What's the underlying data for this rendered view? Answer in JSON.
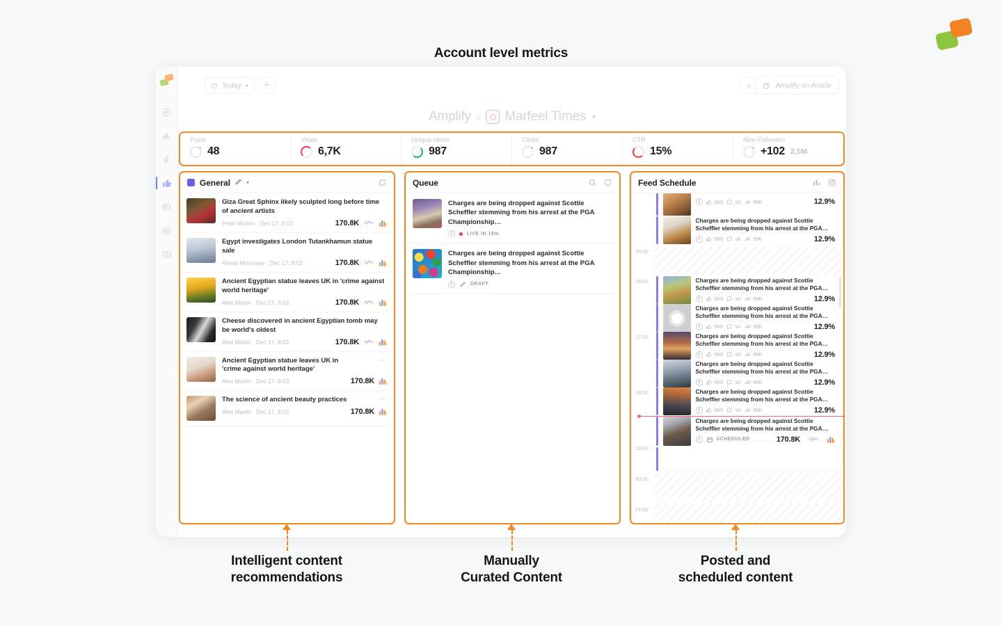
{
  "annotations": {
    "top": "Account level metrics",
    "bottom": [
      {
        "line1": "Intelligent content",
        "line2": "recommendations"
      },
      {
        "line1": "Manually",
        "line2": "Curated Content"
      },
      {
        "line1": "Posted and",
        "line2": "scheduled content"
      }
    ]
  },
  "colors": {
    "accent_orange": "#f6871f",
    "logo_green": "#8cc63e",
    "logo_orange": "#f58220",
    "purple": "#6d5ef0",
    "red": "#ee3a43",
    "green": "#17b26a"
  },
  "topbar": {
    "date_chip": "Today",
    "add_label": "+",
    "amplify_button": "Amplify on Article"
  },
  "breadcrumb": {
    "root": "Amplify",
    "separator": ">",
    "account": "Marfeel Times",
    "caret": "▾"
  },
  "metrics": [
    {
      "label": "Posts",
      "value": "48",
      "sub": "",
      "ring": "grey"
    },
    {
      "label": "Views",
      "value": "6,7K",
      "sub": "",
      "ring": "red"
    },
    {
      "label": "Unique views",
      "value": "987",
      "sub": "",
      "ring": "green"
    },
    {
      "label": "Clicks",
      "value": "987",
      "sub": "",
      "ring": "grey"
    },
    {
      "label": "CTR",
      "value": "15%",
      "sub": "",
      "ring": "red2"
    },
    {
      "label": "New Followers",
      "value": "+102",
      "sub": "2,5M",
      "ring": "grey"
    }
  ],
  "left_panel": {
    "title": "General",
    "edit_icon": "pencil-icon",
    "caret": "▾",
    "refresh_icon": "refresh-icon",
    "items": [
      {
        "title": "Giza Great Sphinx likely sculpted long before time of ancient artists",
        "author": "Peter Mcann",
        "date": "Dec 17, 8:02",
        "value": "170.8K",
        "has_sparkline": true,
        "has_menu": false
      },
      {
        "title": "Egypt investigates London Tutankhamun statue sale",
        "author": "Alanis Morrissey",
        "date": "Dec 17, 8:02",
        "value": "170.8K",
        "has_sparkline": true,
        "has_menu": false
      },
      {
        "title": "Ancient Egyptian statue leaves UK in 'crime against world heritage'",
        "author": "Alex Martin",
        "date": "Dec 17, 8:02",
        "value": "170.8K",
        "has_sparkline": true,
        "has_menu": false
      },
      {
        "title": "Cheese discovered in ancient Egyptian tomb may be world's oldest",
        "author": "Alex Martin",
        "date": "Dec 17, 8:02",
        "value": "170.8K",
        "has_sparkline": true,
        "has_menu": false
      },
      {
        "title": "Ancient Egyptian statue leaves UK in 'crime against world heritage'",
        "author": "Alex Martin",
        "date": "Dec 17, 8:02",
        "value": "170.8K",
        "has_sparkline": false,
        "has_menu": true
      },
      {
        "title": "The science of ancient beauty practices",
        "author": "Alex Martin",
        "date": "Dec 17, 8:02",
        "value": "170.8K",
        "has_sparkline": false,
        "has_menu": true
      }
    ]
  },
  "mid_panel": {
    "title": "Queue",
    "search_icon": "search-icon",
    "refresh_icon": "refresh-icon",
    "items": [
      {
        "title": "Charges are being dropped against Scottie Scheffler stemming from his arrest at the PGA Championship…",
        "status": "LIVE IN 18m",
        "status_type": "live"
      },
      {
        "title": "Charges are being dropped against Scottie Scheffler stemming from his arrest at the PGA Championship…",
        "status": "DRAFT",
        "status_type": "draft"
      }
    ]
  },
  "right_panel": {
    "title": "Feed Schedule",
    "chart_icon": "bar-chart-icon",
    "instagram_icon": "instagram-icon",
    "times": [
      "15:00",
      "16:00",
      "17:00",
      "18:00",
      "19:00",
      "20:00",
      "21:00"
    ],
    "items": [
      {
        "title": "",
        "likes": "999",
        "comments": "1K",
        "shares": "99K",
        "value": "12.9%",
        "partial": true
      },
      {
        "title": "Charges are being dropped against Scottie Scheffler stemming from his arrest at the PGA…",
        "likes": "999",
        "comments": "1K",
        "shares": "99K",
        "value": "12.9%"
      },
      {
        "title": "Charges are being dropped against Scottie Scheffler stemming from his arrest at the PGA…",
        "likes": "999",
        "comments": "1K",
        "shares": "99K",
        "value": "12.9%"
      },
      {
        "title": "Charges are being dropped against Scottie Scheffler stemming from his arrest at the PGA…",
        "likes": "999",
        "comments": "1K",
        "shares": "99K",
        "value": "12.9%"
      },
      {
        "title": "Charges are being dropped against Scottie Scheffler stemming from his arrest at the PGA…",
        "likes": "999",
        "comments": "1K",
        "shares": "99K",
        "value": "12.9%"
      },
      {
        "title": "Charges are being dropped against Scottie Scheffler stemming from his arrest at the PGA…",
        "likes": "999",
        "comments": "1K",
        "shares": "99K",
        "value": "12.9%"
      },
      {
        "title": "Charges are being dropped against Scottie Scheffler stemming from his arrest at the PGA…",
        "likes": "999",
        "comments": "1K",
        "shares": "99K",
        "value": "12.9%"
      },
      {
        "title": "Charges are being dropped against Scottie Scheffler stemming from his arrest at the PGA…",
        "status": "SCHEDULED",
        "value": "170.8K",
        "is_scheduled": true
      }
    ]
  },
  "sidebar_icons": [
    "compass-icon",
    "bar-chart-icon",
    "lightning-icon",
    "thumbs-up-icon",
    "campaign-icon",
    "calendar-icon",
    "camera-icon"
  ]
}
